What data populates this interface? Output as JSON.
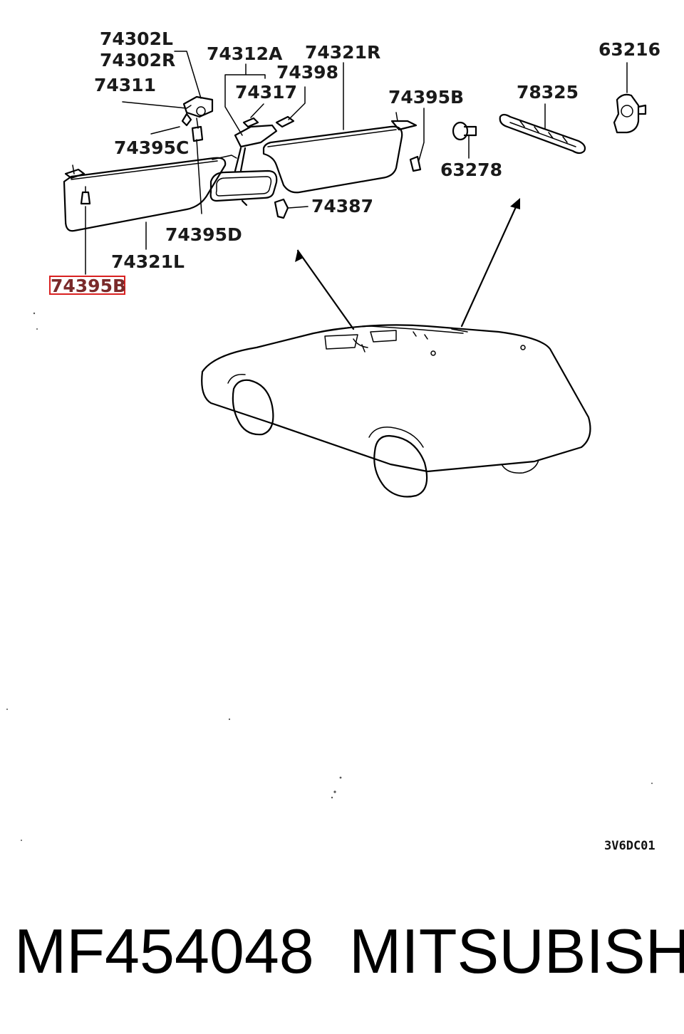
{
  "diagram": {
    "part_labels": [
      {
        "id": "74302L",
        "text": "74302L"
      },
      {
        "id": "74302R",
        "text": "74302R"
      },
      {
        "id": "74311",
        "text": "74311"
      },
      {
        "id": "74395C",
        "text": "74395C"
      },
      {
        "id": "74312A",
        "text": "74312A"
      },
      {
        "id": "74321R",
        "text": "74321R"
      },
      {
        "id": "74398",
        "text": "74398"
      },
      {
        "id": "74317",
        "text": "74317"
      },
      {
        "id": "74395B_right",
        "text": "74395B"
      },
      {
        "id": "63216",
        "text": "63216"
      },
      {
        "id": "78325",
        "text": "78325"
      },
      {
        "id": "63278",
        "text": "63278"
      },
      {
        "id": "74387",
        "text": "74387"
      },
      {
        "id": "74395D",
        "text": "74395D"
      },
      {
        "id": "74321L",
        "text": "74321L"
      },
      {
        "id": "74395B_left",
        "text": "74395B",
        "highlighted": true
      }
    ],
    "drawing_code": "3V6DC01",
    "highlight_color": "#d92020"
  },
  "caption": {
    "part_number": "MF454048",
    "brand": "MITSUBISHI"
  }
}
